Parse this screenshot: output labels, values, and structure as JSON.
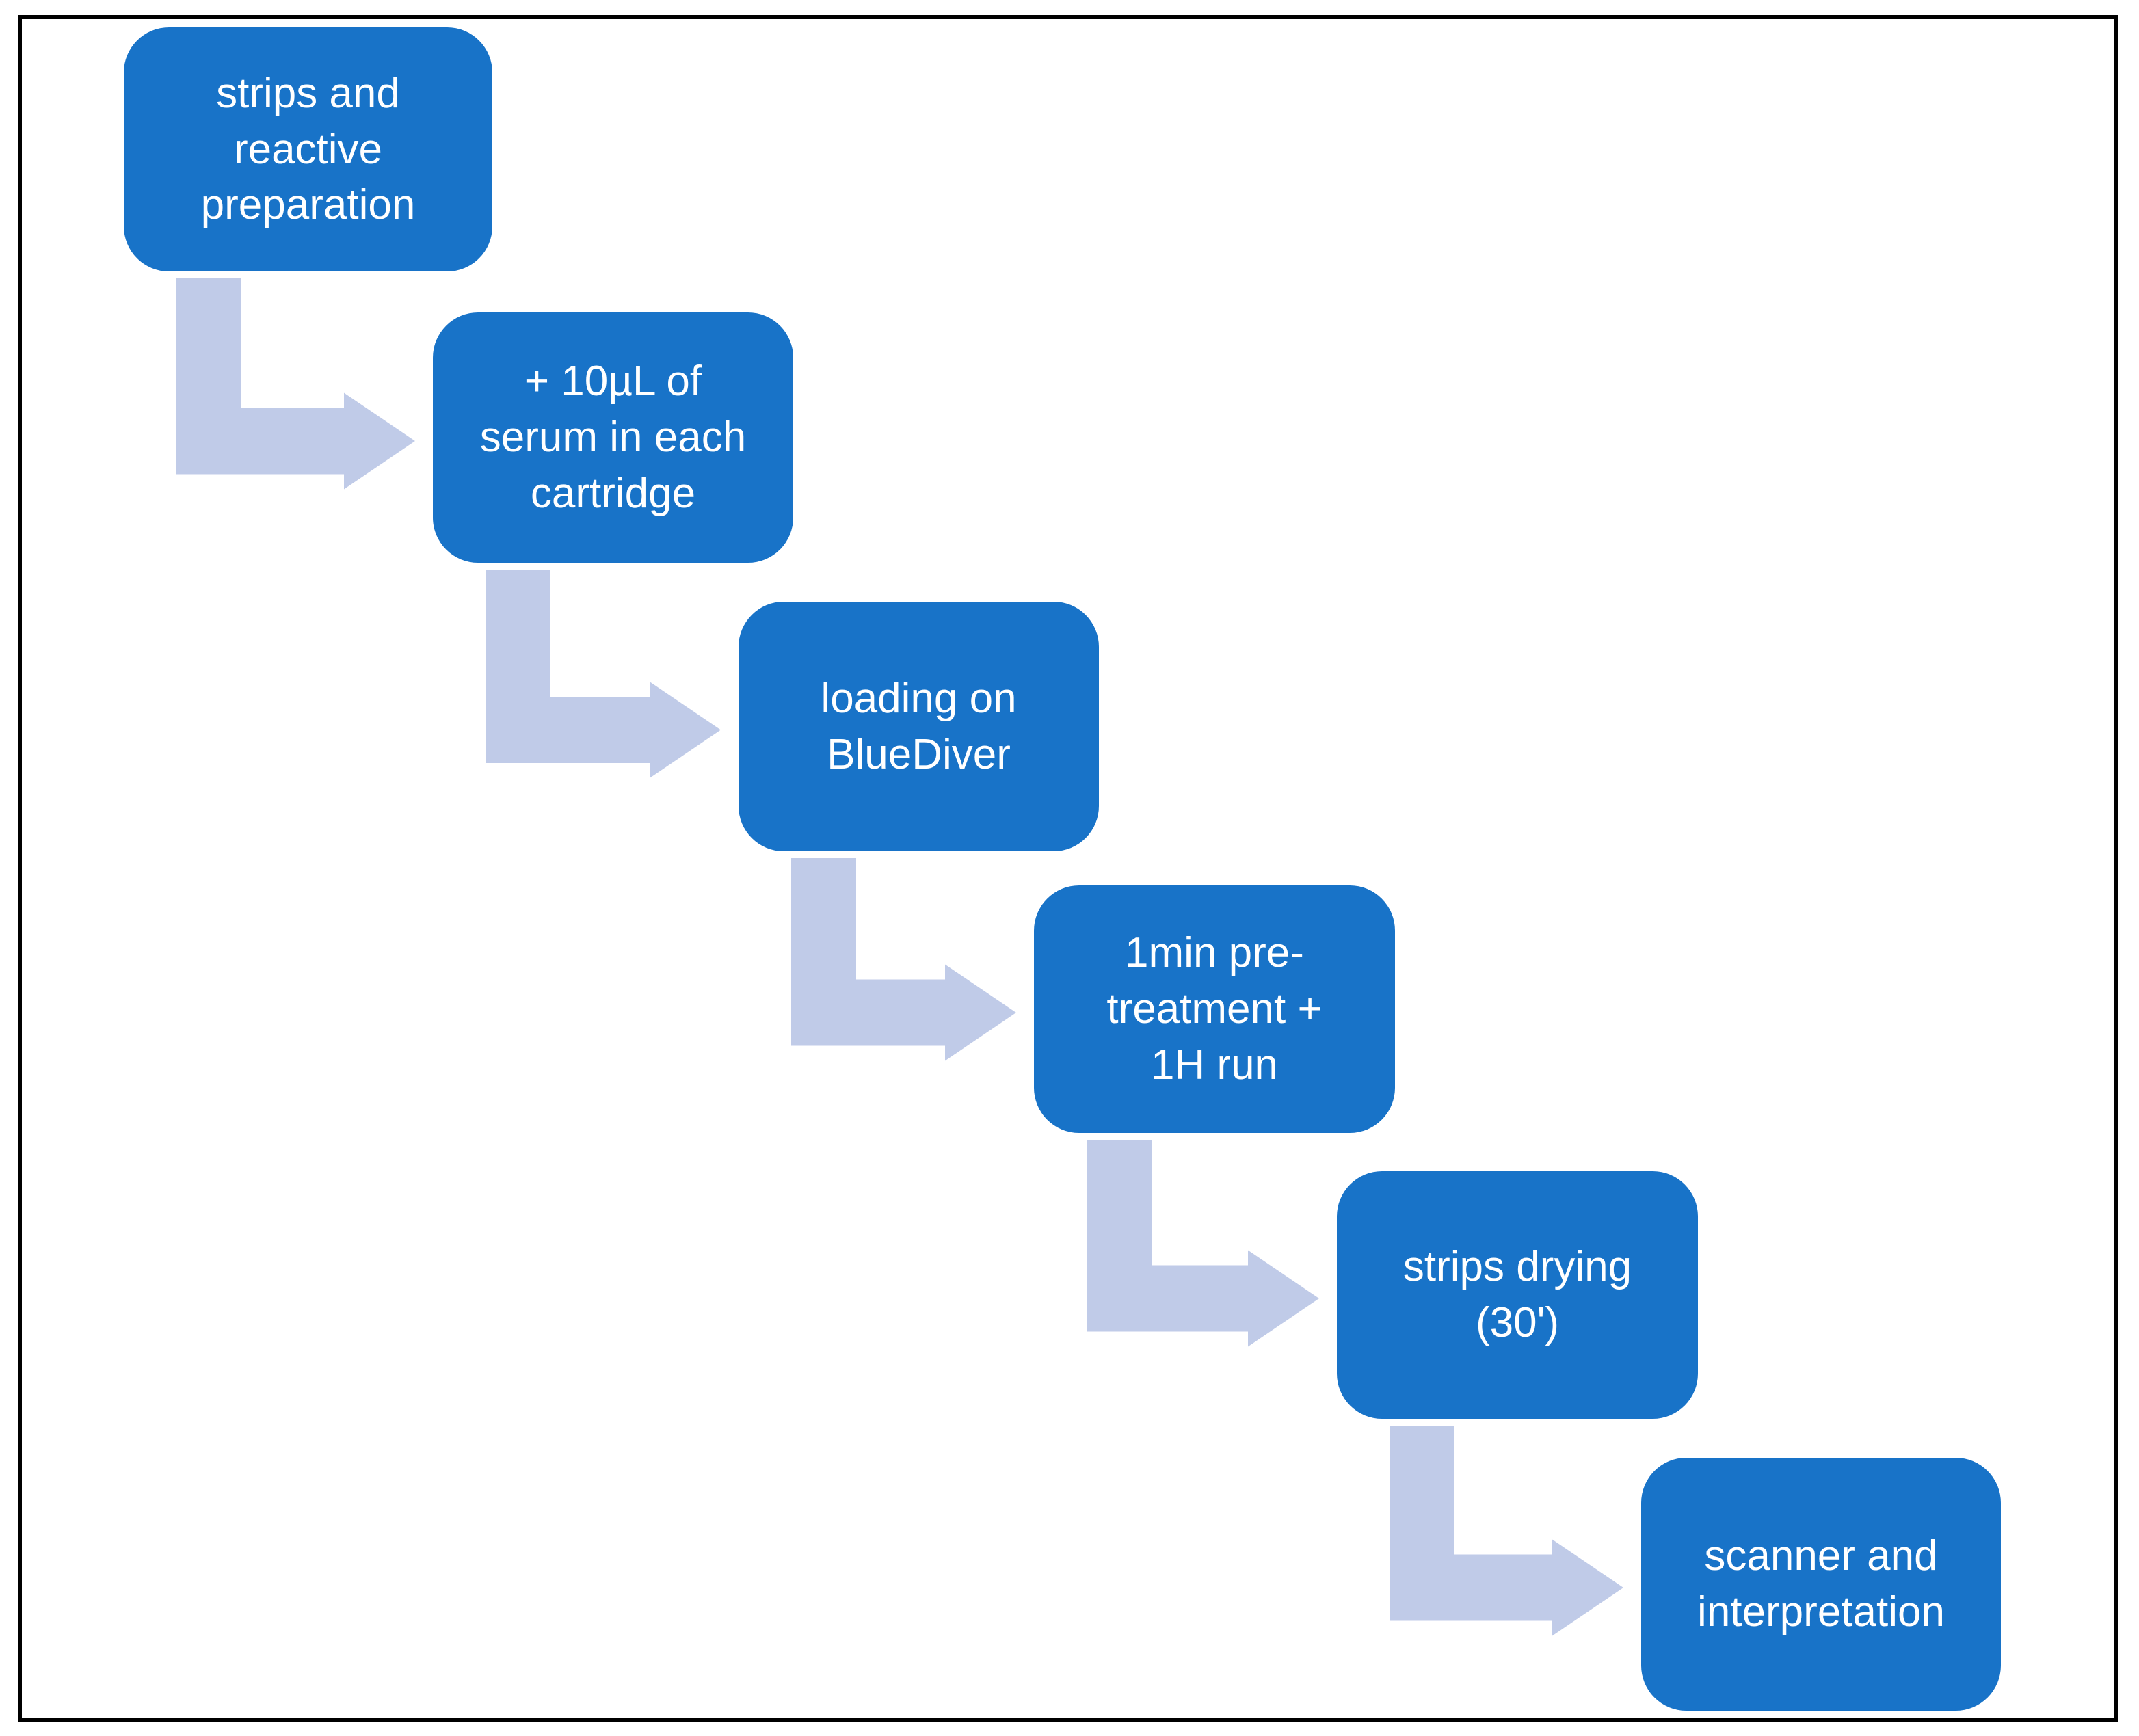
{
  "diagram": {
    "steps": [
      {
        "label": "strips and\nreactive\npreparation"
      },
      {
        "label": "+ 10µL of\nserum in each\ncartridge"
      },
      {
        "label": "loading on\nBlueDiver"
      },
      {
        "label": "1min pre-\ntreatment +\n1H run"
      },
      {
        "label": "strips drying\n(30')"
      },
      {
        "label": "scanner  and\ninterpretation"
      }
    ],
    "colors": {
      "box": "#1873C8",
      "arrow": "#C0CBE8",
      "frame_border": "#000000",
      "text": "#FFFFFF"
    }
  }
}
